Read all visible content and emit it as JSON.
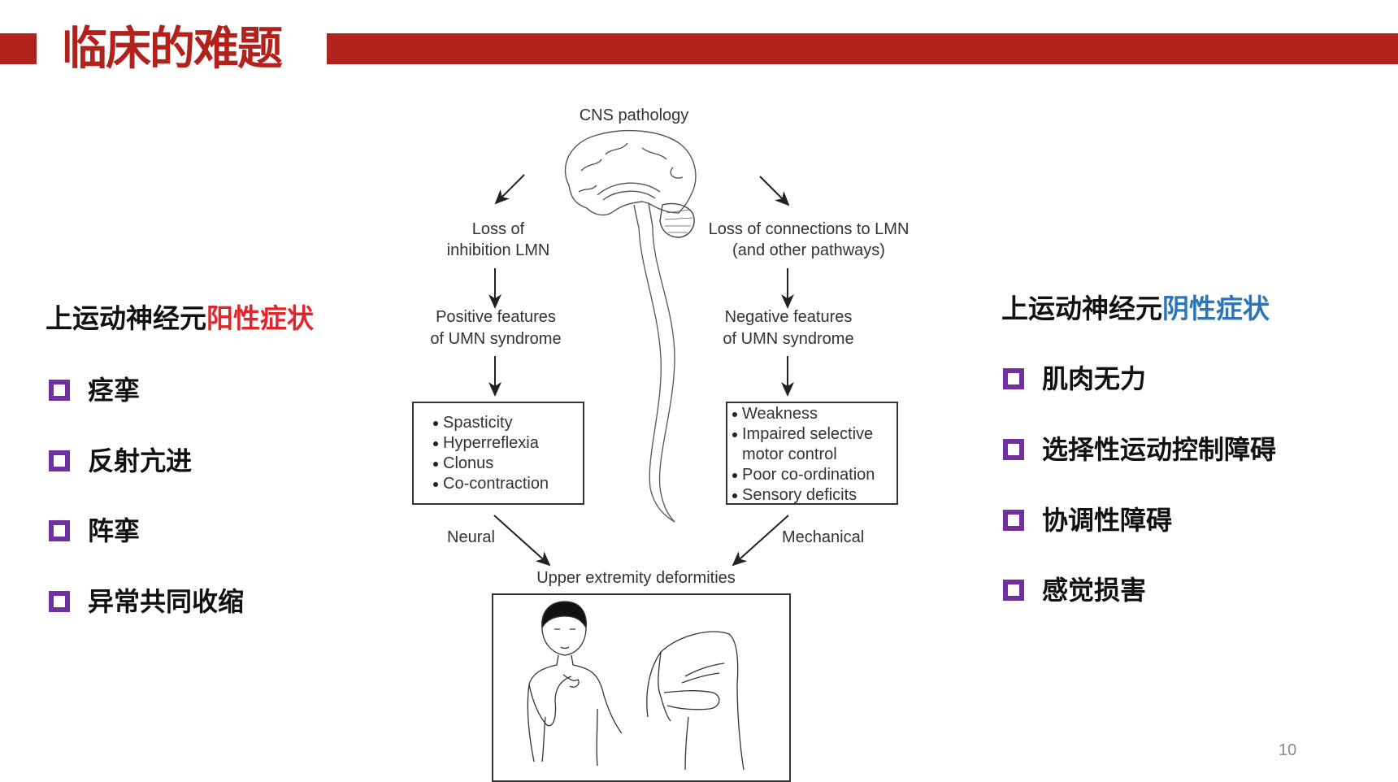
{
  "slide": {
    "title": "临床的难题",
    "page_number": "10",
    "colors": {
      "brand_red": "#b0221b",
      "positive_red": "#e0262a",
      "negative_blue": "#2e75b6",
      "bullet_purple": "#7030a0"
    }
  },
  "left_column": {
    "heading_prefix": "上运动神经元",
    "heading_highlight": "阳性症状",
    "items": [
      "痉挛",
      "反射亢进",
      "阵挛",
      "异常共同收缩"
    ]
  },
  "right_column": {
    "heading_prefix": "上运动神经元",
    "heading_highlight": "阴性症状",
    "items": [
      "肌肉无力",
      "选择性运动控制障碍",
      "协调性障碍",
      "感觉损害"
    ]
  },
  "diagram": {
    "root": "CNS pathology",
    "left_branch": {
      "cause_line1": "Loss of",
      "cause_line2": "inhibition LMN",
      "features_line1": "Positive features",
      "features_line2": "of UMN syndrome",
      "list": [
        "Spasticity",
        "Hyperreflexia",
        "Clonus",
        "Co-contraction"
      ],
      "path_label": "Neural"
    },
    "right_branch": {
      "cause_line1": "Loss of connections to LMN",
      "cause_line2": "(and other pathways)",
      "features_line1": "Negative features",
      "features_line2": "of UMN syndrome",
      "list": [
        "Weakness",
        "Impaired selective",
        "motor control",
        "Poor co-ordination",
        "Sensory deficits"
      ],
      "path_label": "Mechanical"
    },
    "outcome": "Upper extremity deformities",
    "illustration": "child-with-flexed-arm-and-hand-deformity"
  }
}
